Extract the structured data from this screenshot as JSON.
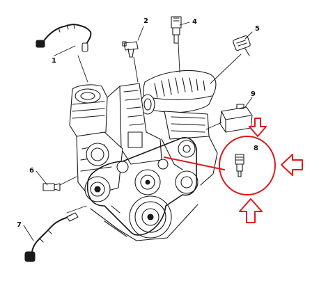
{
  "diagram": {
    "callouts": [
      {
        "id": "1",
        "label": "1"
      },
      {
        "id": "2",
        "label": "2"
      },
      {
        "id": "4",
        "label": "4"
      },
      {
        "id": "5",
        "label": "5"
      },
      {
        "id": "6",
        "label": "6"
      },
      {
        "id": "7",
        "label": "7"
      },
      {
        "id": "8",
        "label": "8"
      },
      {
        "id": "9",
        "label": "9"
      }
    ],
    "colors": {
      "line": "#1a1a1a",
      "highlight": "#e01818",
      "background": "#ffffff"
    },
    "highlight": {
      "target": "8",
      "arrows": [
        "down-arrow",
        "up-arrow",
        "left-arrow"
      ]
    }
  }
}
